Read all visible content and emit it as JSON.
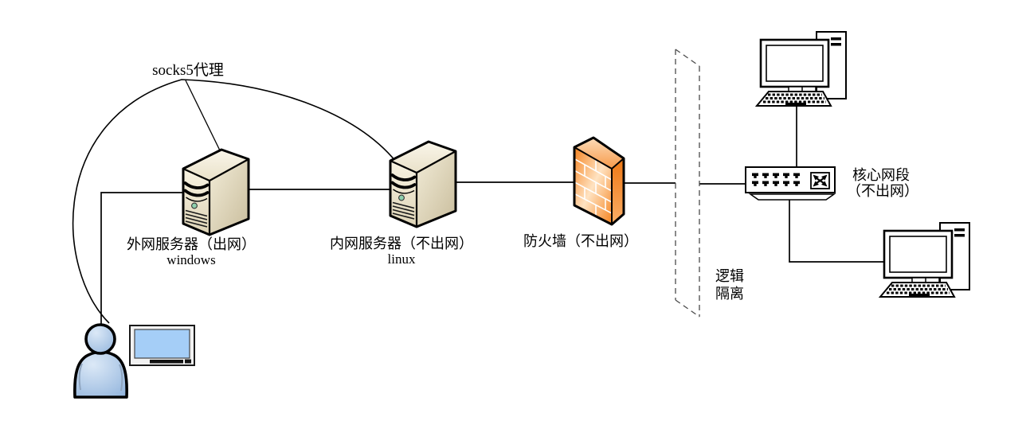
{
  "diagram": {
    "proxy": {
      "label": "socks5代理"
    },
    "external_server": {
      "label": "外网服务器（出网）",
      "os": "windows"
    },
    "internal_server": {
      "label": "内网服务器（不出网）",
      "os": "linux"
    },
    "firewall": {
      "label": "防火墙（不出网）"
    },
    "core_segment": {
      "label_line1": "核心网段",
      "label_line2": "（不出网）"
    },
    "isolation": {
      "label_line1": "逻辑",
      "label_line2": "隔离"
    },
    "colors": {
      "server_body": "#EDE4CB",
      "firewall_orange": "#F5831F",
      "person_blue": "#A9C8E8",
      "screen_blue": "#A5CEF7",
      "monitor_frame": "#F2F2F2",
      "line_black": "#000000",
      "dashed_gray": "#4a4a4a"
    }
  }
}
